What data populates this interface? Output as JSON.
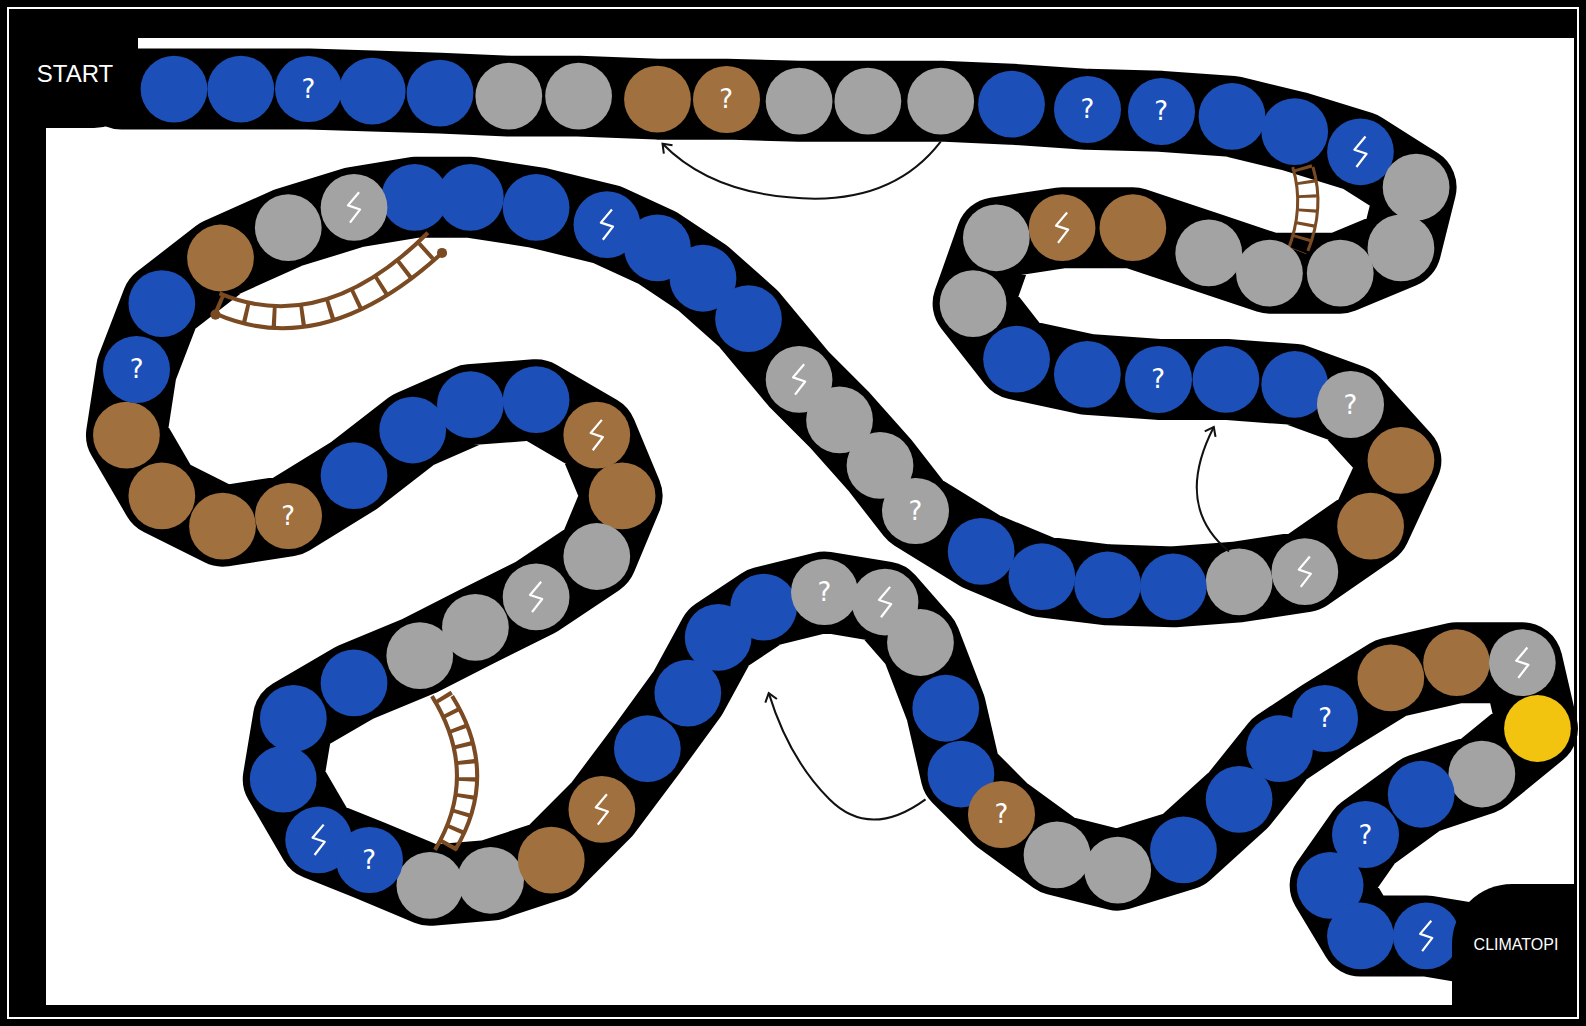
{
  "diagram": {
    "nodes": [
      {
        "text": [
          "START"
        ]
      },
      {
        "text": [
          "?"
        ]
      },
      {
        "text": [
          "?"
        ]
      },
      {
        "text": [
          "?"
        ]
      },
      {
        "text": [
          "?"
        ]
      },
      {
        "text": [
          "?"
        ]
      },
      {
        "text": [
          "?"
        ]
      },
      {
        "text": [
          "?"
        ]
      },
      {
        "text": [
          "?"
        ]
      },
      {
        "text": [
          "?"
        ]
      },
      {
        "text": [
          "?"
        ]
      },
      {
        "text": [
          "?"
        ]
      },
      {
        "text": [
          "?"
        ]
      },
      {
        "text": [
          "?"
        ]
      },
      {
        "text": [
          "?"
        ]
      },
      {
        "text": [
          "CLIMATOPI"
        ]
      }
    ]
  }
}
